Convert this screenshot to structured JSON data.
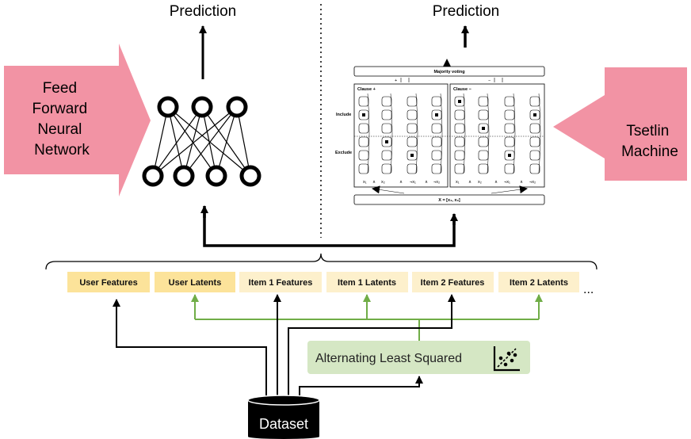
{
  "left_model": {
    "prediction": "Prediction",
    "label": [
      "Feed",
      "Forward",
      "Neural",
      "Network"
    ]
  },
  "right_model": {
    "prediction": "Prediction",
    "label": [
      "Tsetlin",
      "Machine"
    ],
    "majority_voting": "Majority voting",
    "clause_pos": "Clause +",
    "clause_neg": "Clause −",
    "include": "Include",
    "exclude": "Exclude",
    "plus": "+",
    "minus": "−",
    "literals": [
      "x₁",
      "x₂",
      "¬x₁",
      "¬x₂"
    ],
    "and_symbol": "∧",
    "input": "X = [x₁, x₂]"
  },
  "features": {
    "items": [
      "User Features",
      "User Latents",
      "Item 1 Features",
      "Item 1  Latents",
      "Item 2 Features",
      "Item 2  Latents"
    ],
    "more": "..."
  },
  "als": {
    "label": "Alternating Least Squared"
  },
  "dataset": {
    "label": "Dataset"
  },
  "colors": {
    "pink": "#f293a4",
    "user_box": "#fce39a",
    "item_box": "#fdf0cc",
    "green_box": "#d5e7c4",
    "green_line": "#70ad47"
  }
}
